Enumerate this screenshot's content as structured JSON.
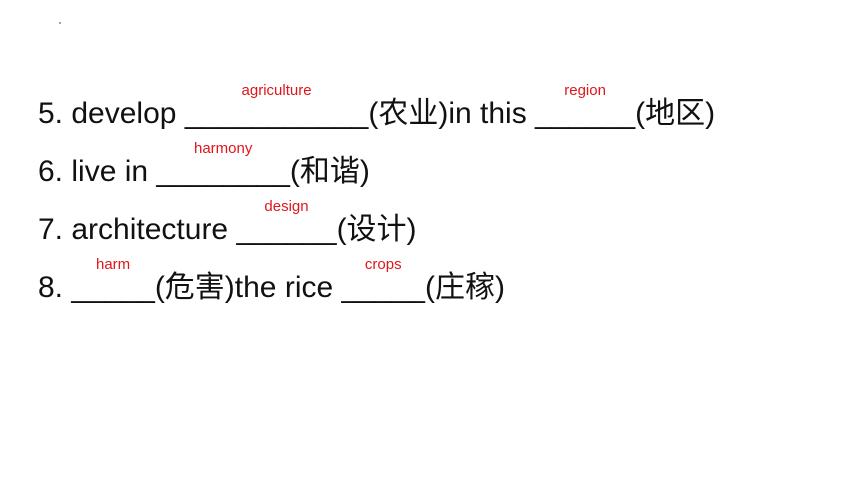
{
  "items": [
    {
      "number": "5.",
      "parts": [
        {
          "text": "develop "
        },
        {
          "blank": "___________",
          "answer": "agriculture"
        },
        {
          "text": "(农业)in this "
        },
        {
          "blank": "______",
          "answer": "region"
        },
        {
          "text": "(地区)"
        }
      ]
    },
    {
      "number": "6.",
      "parts": [
        {
          "text": "live in "
        },
        {
          "blank": "________",
          "answer": "harmony"
        },
        {
          "text": "(和谐)"
        }
      ]
    },
    {
      "number": "7.",
      "parts": [
        {
          "text": "architecture "
        },
        {
          "blank": "______",
          "answer": "design"
        },
        {
          "text": "(设计)"
        }
      ]
    },
    {
      "number": "8.",
      "parts": [
        {
          "text": ""
        },
        {
          "blank": "_____",
          "answer": "harm"
        },
        {
          "text": "(危害)the rice "
        },
        {
          "blank": "_____",
          "answer": "crops"
        },
        {
          "text": "(庄稼)"
        }
      ]
    }
  ]
}
